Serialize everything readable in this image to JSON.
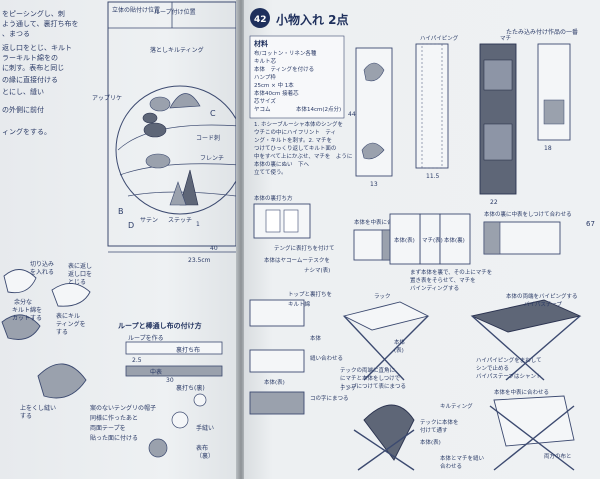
{
  "left_page": {
    "top_text": [
      "をピーシングし、刺",
      "よう通して、裏打ち布を",
      "、まつる",
      "返し口をとじ、キルト",
      "ラーキルト綿をの",
      "に刺す。表布と同じ",
      "の縁に直接付ける",
      "とにし、縫い",
      "の外側に前付",
      "ィングをする。"
    ],
    "vertical_label": "立体の貼付け位置",
    "circle_labels": {
      "loop_top": "ループ付け位置",
      "edge": "落としキルティング",
      "applique": "アップリケ",
      "d_label": "D",
      "c_label": "C",
      "sasin": "サテン",
      "stem": "ステッチ",
      "koodo": "コード刺",
      "french": "フレンチ",
      "letter_b": "B",
      "one": "1"
    },
    "dimension_bottom": "40",
    "dimension_small": "23.5cm",
    "leaf_notes": [
      "切り込み",
      "を入れる",
      "余分な",
      "キルト綿を",
      "カットする",
      "表に返し",
      "返し口を",
      "とじる",
      "表にキル",
      "ティングを",
      "する",
      "上をくし縫い",
      "する"
    ],
    "loop_title": "ループと棒通し布の付け方",
    "loop_steps": [
      "ループを作る",
      "2.5",
      "裏打ち布",
      "中表",
      "裏打ち(裏)",
      "30"
    ],
    "bottom_notes": [
      "案のないテングリの帽子",
      "同様に作ったあと",
      "両面テープを",
      "貼った面に付ける",
      "表布",
      "（裏）",
      "手縫い"
    ]
  },
  "right_page": {
    "badge": "42",
    "title": "小物入れ 2点",
    "subtitle": "たたみ込み付け作品の一番",
    "page_number": "67",
    "materials_heading": "材料",
    "materials_lines": [
      "布/コットン・リネン各種",
      "キルト芯",
      "本体　ティングを付ける",
      "ハンプ枠",
      "25cm × 中 1本",
      "本体40cm 接着芯",
      "芯サイズ",
      "ヤコム",
      "本体14cm(2点分)"
    ],
    "instructions": [
      "1. ホシーブルーシャ本体のシングを",
      "ウチこの中にハイフリント　ティ",
      "ング・キルトを刺す。2. マチを",
      "つけてひっくり返してキルト面の",
      "中をすべて上にかぶせ、マチを　ように",
      "本体の裏にぬい　下へ",
      "立てて使う。"
    ],
    "pattern_labels": {
      "maci": "マチ",
      "binding": "ハイパイピング",
      "dims_h": "44",
      "dims_w": "13",
      "dims_w2": "11.5",
      "dims_w3": "22",
      "top_dim": "18"
    },
    "step_labels": [
      "本体の裏打ち方",
      "テングに表打ちを付けて",
      "本体はヤコームーテスクを",
      "ナシマ(表)",
      "本体を中表に合わせる",
      "本体の裏に中表をしつけて合わせる",
      "本体(表)",
      "マチ(表)",
      "本体(裏)",
      "まず本体を裏で、その上にマチを",
      "置き表をそらせて、マチを",
      "バインディングする",
      "トップと裏打ちを",
      "キルト綿",
      "本体",
      "縫い合わせる",
      "コの字にまつる",
      "本体(表)",
      "ラック",
      "本体",
      "(表)",
      "テンゲ",
      "テックの両端に直角に",
      "にマチと本体をしつけで",
      "トップにつけて表にまつる",
      "テックに本体を",
      "付けて通す",
      "本体(表)",
      "本体の両端をバイピングする",
      "バイパステープ",
      "ハイパイピングをまわして",
      "シンで止める",
      "バイパステープはシャント",
      "本体を中表に合わせる",
      "キルティング",
      "本体とマチを縫い",
      "合わせる",
      "両方の布と"
    ]
  }
}
